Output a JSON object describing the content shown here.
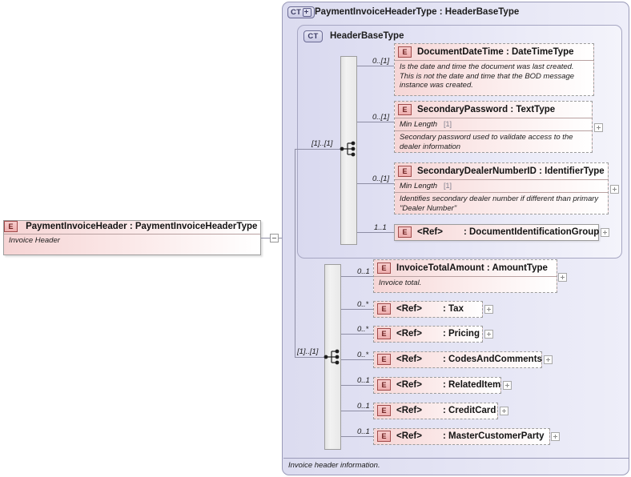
{
  "root_element": {
    "icon": "element-icon",
    "name": "PaymentInvoiceHeader",
    "separator": ":",
    "type": "PaymentInvoiceHeaderType",
    "title": "PaymentInvoiceHeader : PaymentInvoiceHeaderType",
    "annotation": "Invoice Header",
    "collapse_control": "minus-box"
  },
  "outer_type": {
    "badge": "CT",
    "badge_has_plus": true,
    "title": "PaymentInvoiceHeaderType : HeaderBaseType",
    "footer_annotation": "Invoice header information."
  },
  "base_type": {
    "badge": "CT",
    "title": "HeaderBaseType"
  },
  "base_sequence": {
    "compositor": "sequence",
    "cardinality": "[1]..[1]",
    "particles": [
      {
        "cardinality": "0..[1]",
        "icon": "element-icon",
        "name": "DocumentDateTime",
        "separator": ":",
        "type": "DateTimeType",
        "title": "DocumentDateTime : DateTimeType",
        "facet": null,
        "annotation": "Is the date and time the document was last created. This is not the date and time that the BOD message instance was created.",
        "border": "dashed",
        "expander": false
      },
      {
        "cardinality": "0..[1]",
        "icon": "element-icon",
        "name": "SecondaryPassword",
        "separator": ":",
        "type": "TextType",
        "title": "SecondaryPassword : TextType",
        "facet": {
          "label": "Min Length",
          "value": "[1]"
        },
        "annotation": "Secondary password used to validate access to the dealer information",
        "border": "dashed",
        "expander": true
      },
      {
        "cardinality": "0..[1]",
        "icon": "element-icon",
        "name": "SecondaryDealerNumberID",
        "separator": ":",
        "type": "IdentifierType",
        "title": "SecondaryDealerNumberID : IdentifierType",
        "facet": {
          "label": "Min Length",
          "value": "[1]"
        },
        "annotation": "Identifies secondary dealer number if different than primary \"Dealer Number\"",
        "border": "dashed",
        "expander": true
      },
      {
        "cardinality": "1..1",
        "icon": "element-icon",
        "name": "<Ref>",
        "separator": ":",
        "type": "DocumentIdentificationGroup",
        "title": "<Ref> : DocumentIdentificationGroup",
        "facet": null,
        "annotation": null,
        "border": "solid",
        "expander": true
      }
    ]
  },
  "extension_sequence": {
    "compositor": "sequence",
    "cardinality": "[1]..[1]",
    "particles": [
      {
        "cardinality": "0..1",
        "icon": "element-icon",
        "name": "InvoiceTotalAmount",
        "separator": ":",
        "type": "AmountType",
        "title": "InvoiceTotalAmount : AmountType",
        "annotation": "Invoice total.",
        "border": "dashed",
        "expander": true
      },
      {
        "cardinality": "0..*",
        "icon": "element-icon",
        "name": "<Ref>",
        "separator": ":",
        "type": "Tax",
        "title": "<Ref> : Tax",
        "annotation": null,
        "border": "dashed",
        "expander": true
      },
      {
        "cardinality": "0..*",
        "icon": "element-icon",
        "name": "<Ref>",
        "separator": ":",
        "type": "Pricing",
        "title": "<Ref> : Pricing",
        "annotation": null,
        "border": "dashed",
        "expander": true
      },
      {
        "cardinality": "0..*",
        "icon": "element-icon",
        "name": "<Ref>",
        "separator": ":",
        "type": "CodesAndComments",
        "title": "<Ref> : CodesAndComments",
        "annotation": null,
        "border": "dashed",
        "expander": true
      },
      {
        "cardinality": "0..1",
        "icon": "element-icon",
        "name": "<Ref>",
        "separator": ":",
        "type": "RelatedItem",
        "title": "<Ref> : RelatedItem",
        "annotation": null,
        "border": "dashed",
        "expander": true
      },
      {
        "cardinality": "0..1",
        "icon": "element-icon",
        "name": "<Ref>",
        "separator": ":",
        "type": "CreditCard",
        "title": "<Ref> : CreditCard",
        "annotation": null,
        "border": "dashed",
        "expander": true
      },
      {
        "cardinality": "0..1",
        "icon": "element-icon",
        "name": "<Ref>",
        "separator": ":",
        "type": "MasterCustomerParty",
        "title": "<Ref> : MasterCustomerParty",
        "annotation": null,
        "border": "dashed",
        "expander": true
      }
    ]
  },
  "colors": {
    "element_fill": "#f6d6d6",
    "container_fill": "#dcdcf0",
    "badge_border": "#a04a4a",
    "line": "#8e8ea5"
  }
}
